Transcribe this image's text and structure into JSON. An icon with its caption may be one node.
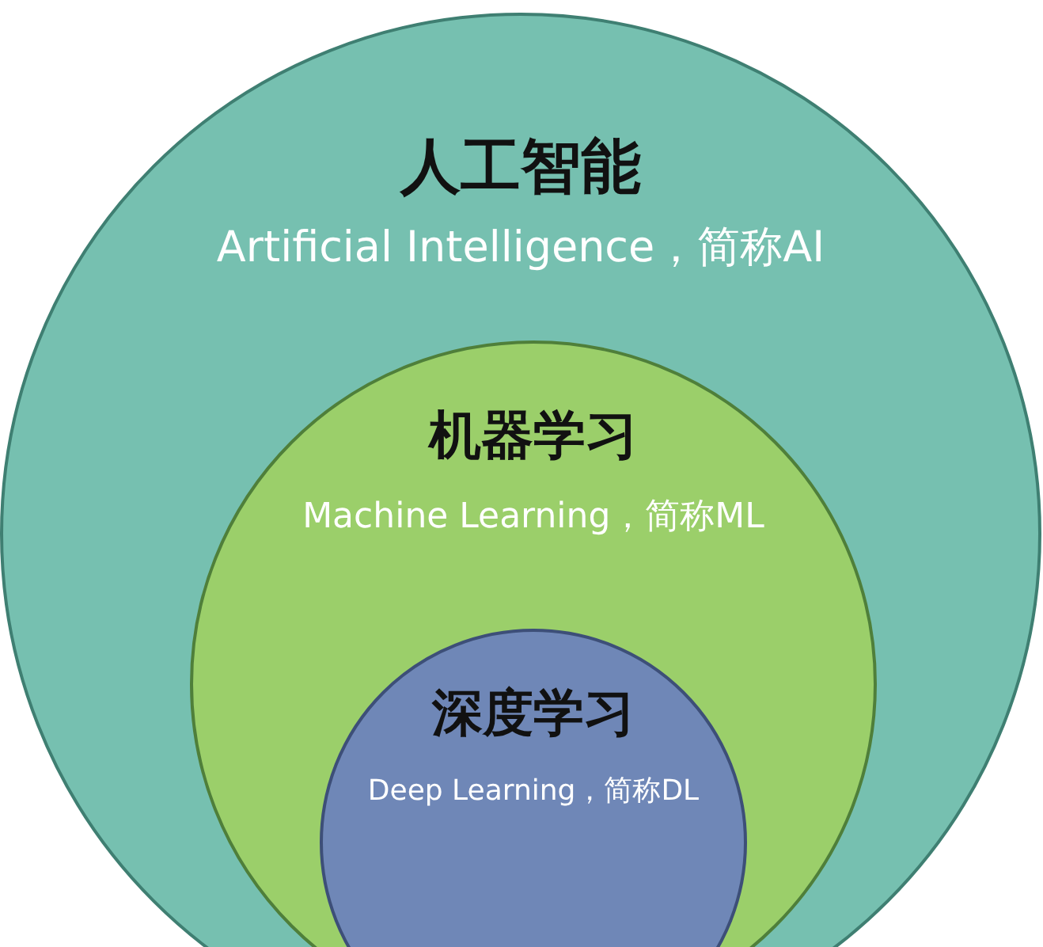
{
  "diagram": {
    "nodes": [
      {
        "text": [
          "人工智能",
          "Artificial Intelligence，简称AI"
        ]
      },
      {
        "text": [
          "机器学习",
          "Machine Learning，简称ML"
        ],
        "in": 0
      },
      {
        "text": [
          "深度学习",
          "Deep Learning，简称DL"
        ],
        "in": 1
      }
    ],
    "edges": []
  }
}
